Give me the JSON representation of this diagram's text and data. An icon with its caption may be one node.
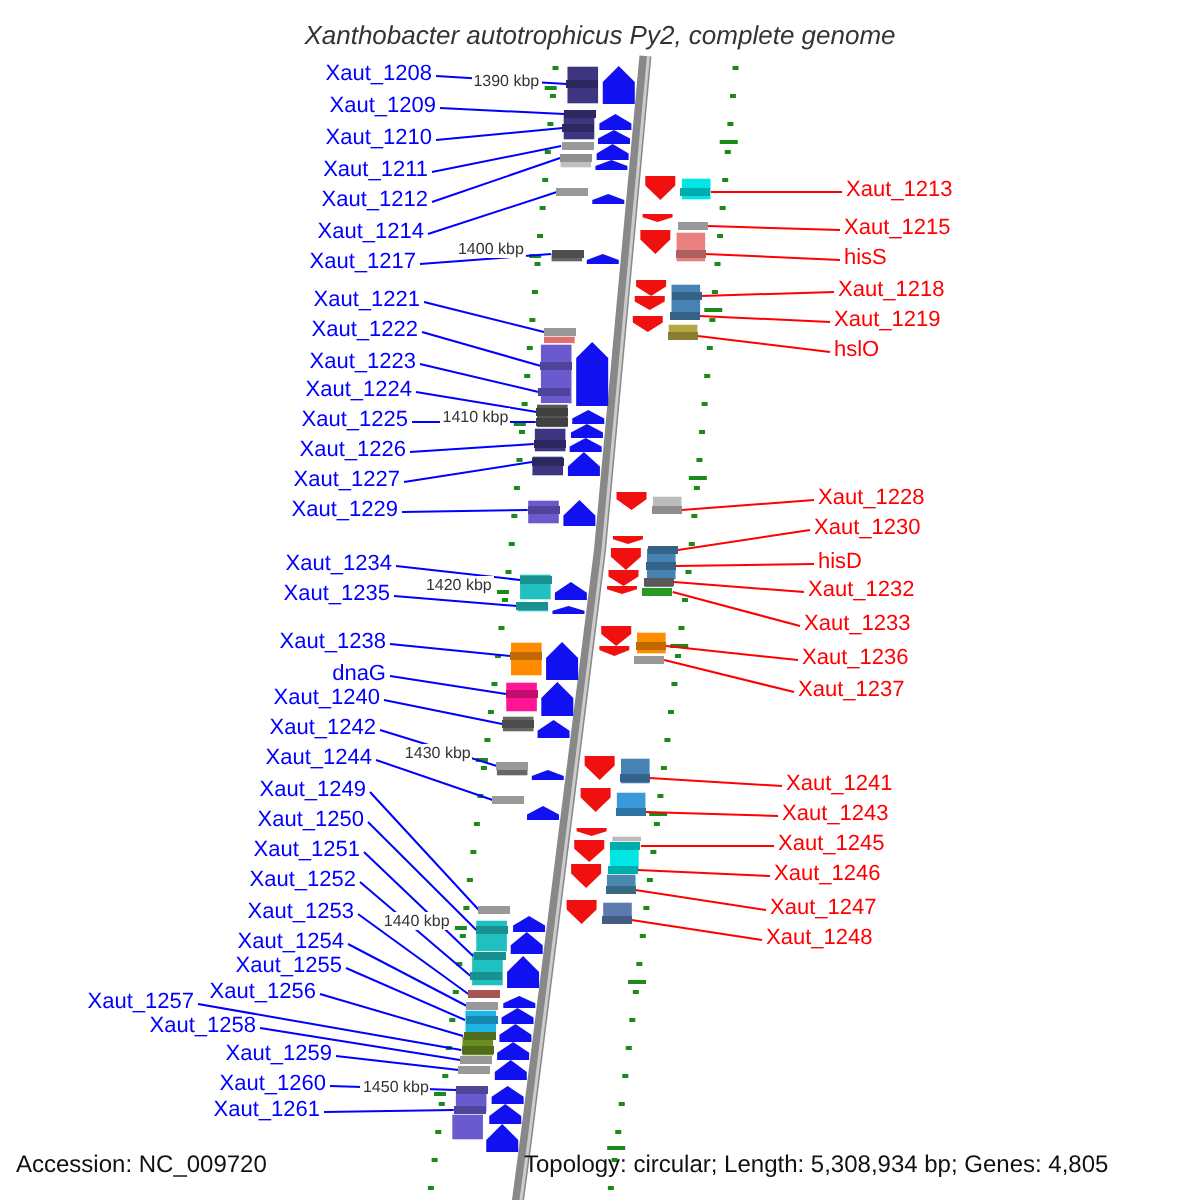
{
  "diagram": {
    "title": "Xanthobacter autotrophicus Py2, complete genome",
    "nodes": [
      {
        "text": [
          "Xaut_1208"
        ]
      },
      {
        "text": [
          "Xaut_1209"
        ]
      },
      {
        "text": [
          "Xaut_1210"
        ]
      },
      {
        "text": [
          "Xaut_1211"
        ]
      },
      {
        "text": [
          "Xaut_1212"
        ]
      },
      {
        "text": [
          "Xaut_1214"
        ]
      },
      {
        "text": [
          "Xaut_1217"
        ]
      },
      {
        "text": [
          "Xaut_1221"
        ]
      },
      {
        "text": [
          "Xaut_1222"
        ]
      },
      {
        "text": [
          "Xaut_1223"
        ]
      },
      {
        "text": [
          "Xaut_1224"
        ]
      },
      {
        "text": [
          "Xaut_1225"
        ]
      },
      {
        "text": [
          "Xaut_1226"
        ]
      },
      {
        "text": [
          "Xaut_1227"
        ]
      },
      {
        "text": [
          "Xaut_1229"
        ]
      },
      {
        "text": [
          "Xaut_1234"
        ]
      },
      {
        "text": [
          "Xaut_1235"
        ]
      },
      {
        "text": [
          "Xaut_1238"
        ]
      },
      {
        "text": [
          "dnaG"
        ]
      },
      {
        "text": [
          "Xaut_1240"
        ]
      },
      {
        "text": [
          "Xaut_1242"
        ]
      },
      {
        "text": [
          "Xaut_1244"
        ]
      },
      {
        "text": [
          "Xaut_1249"
        ]
      },
      {
        "text": [
          "Xaut_1250"
        ]
      },
      {
        "text": [
          "Xaut_1251"
        ]
      },
      {
        "text": [
          "Xaut_1252"
        ]
      },
      {
        "text": [
          "Xaut_1253"
        ]
      },
      {
        "text": [
          "Xaut_1254"
        ]
      },
      {
        "text": [
          "Xaut_1255"
        ]
      },
      {
        "text": [
          "Xaut_1256"
        ]
      },
      {
        "text": [
          "Xaut_1257"
        ]
      },
      {
        "text": [
          "Xaut_1258"
        ]
      },
      {
        "text": [
          "Xaut_1259"
        ]
      },
      {
        "text": [
          "Xaut_1260"
        ]
      },
      {
        "text": [
          "Xaut_1261"
        ]
      },
      {
        "text": [
          "Xaut_1213"
        ]
      },
      {
        "text": [
          "Xaut_1215"
        ]
      },
      {
        "text": [
          "hisS"
        ]
      },
      {
        "text": [
          "Xaut_1218"
        ]
      },
      {
        "text": [
          "Xaut_1219"
        ]
      },
      {
        "text": [
          "hslO"
        ]
      },
      {
        "text": [
          "Xaut_1228"
        ]
      },
      {
        "text": [
          "Xaut_1230"
        ]
      },
      {
        "text": [
          "hisD"
        ]
      },
      {
        "text": [
          "Xaut_1232"
        ]
      },
      {
        "text": [
          "Xaut_1233"
        ]
      },
      {
        "text": [
          "Xaut_1236"
        ]
      },
      {
        "text": [
          "Xaut_1237"
        ]
      },
      {
        "text": [
          "Xaut_1241"
        ]
      },
      {
        "text": [
          "Xaut_1243"
        ]
      },
      {
        "text": [
          "Xaut_1245"
        ]
      },
      {
        "text": [
          "Xaut_1246"
        ]
      },
      {
        "text": [
          "Xaut_1247"
        ]
      },
      {
        "text": [
          "Xaut_1248"
        ]
      },
      {
        "text": [],
        "shape": "box"
      },
      {
        "text": [],
        "shape": "box"
      },
      {
        "text": [],
        "shape": "box"
      },
      {
        "text": [],
        "shape": "box"
      },
      {
        "text": [],
        "shape": "box"
      },
      {
        "text": [],
        "shape": "box"
      },
      {
        "text": [],
        "shape": "box"
      },
      {
        "text": [],
        "shape": "box"
      },
      {
        "text": [],
        "shape": "box"
      },
      {
        "text": [],
        "shape": "box"
      },
      {
        "text": [],
        "shape": "box"
      },
      {
        "text": [],
        "shape": "box"
      },
      {
        "text": [],
        "shape": "box"
      },
      {
        "text": [],
        "shape": "box"
      },
      {
        "text": [],
        "shape": "box"
      },
      {
        "text": [],
        "shape": "box"
      },
      {
        "text": [],
        "shape": "box"
      },
      {
        "text": [],
        "shape": "box"
      },
      {
        "text": [],
        "shape": "box"
      },
      {
        "text": [],
        "shape": "box"
      },
      {
        "text": [],
        "shape": "box"
      },
      {
        "text": [],
        "shape": "box"
      },
      {
        "text": [],
        "shape": "box"
      },
      {
        "text": [],
        "shape": "box"
      },
      {
        "text": [],
        "shape": "box"
      },
      {
        "text": [],
        "shape": "box"
      },
      {
        "text": [],
        "shape": "box"
      },
      {
        "text": [],
        "shape": "box"
      },
      {
        "text": [],
        "shape": "box"
      },
      {
        "text": [],
        "shape": "box"
      },
      {
        "text": [],
        "shape": "box"
      },
      {
        "text": [],
        "shape": "box"
      },
      {
        "text": [],
        "shape": "box"
      },
      {
        "text": [],
        "shape": "box"
      },
      {
        "text": [],
        "shape": "box"
      },
      {
        "text": [],
        "shape": "box"
      },
      {
        "text": [],
        "shape": "box"
      },
      {
        "text": [],
        "shape": "box"
      },
      {
        "text": [],
        "shape": "box"
      },
      {
        "text": [],
        "shape": "box"
      },
      {
        "text": [],
        "shape": "box"
      },
      {
        "text": [],
        "shape": "box"
      },
      {
        "text": [],
        "shape": "box"
      },
      {
        "text": [],
        "shape": "box"
      },
      {
        "text": [],
        "shape": "box"
      },
      {
        "text": [],
        "shape": "box"
      },
      {
        "text": [],
        "shape": "box"
      },
      {
        "text": [],
        "shape": "box"
      },
      {
        "text": [],
        "shape": "box"
      },
      {
        "text": [],
        "shape": "box"
      },
      {
        "text": [],
        "shape": "box"
      },
      {
        "text": [],
        "shape": "box"
      },
      {
        "text": [],
        "shape": "box"
      },
      {
        "text": [],
        "shape": "box"
      }
    ],
    "edges": [
      {
        "from": 0,
        "to": 54,
        "arrow": "none"
      },
      {
        "from": 1,
        "to": 55,
        "arrow": "none"
      },
      {
        "from": 2,
        "to": 56,
        "arrow": "none"
      },
      {
        "from": 3,
        "to": 57,
        "arrow": "none"
      },
      {
        "from": 4,
        "to": 58,
        "arrow": "none"
      },
      {
        "from": 5,
        "to": 59,
        "arrow": "none"
      },
      {
        "from": 6,
        "to": 60,
        "arrow": "none"
      },
      {
        "from": 7,
        "to": 61,
        "arrow": "none"
      },
      {
        "from": 8,
        "to": 62,
        "arrow": "none"
      },
      {
        "from": 9,
        "to": 63,
        "arrow": "none"
      },
      {
        "from": 10,
        "to": 64,
        "arrow": "none"
      },
      {
        "from": 11,
        "to": 65,
        "arrow": "none"
      },
      {
        "from": 12,
        "to": 66,
        "arrow": "none"
      },
      {
        "from": 13,
        "to": 67,
        "arrow": "none"
      },
      {
        "from": 14,
        "to": 68,
        "arrow": "none"
      },
      {
        "from": 15,
        "to": 69,
        "arrow": "none"
      },
      {
        "from": 16,
        "to": 70,
        "arrow": "none"
      },
      {
        "from": 17,
        "to": 71,
        "arrow": "none"
      },
      {
        "from": 18,
        "to": 72,
        "arrow": "none"
      },
      {
        "from": 19,
        "to": 73,
        "arrow": "none"
      },
      {
        "from": 20,
        "to": 74,
        "arrow": "none"
      },
      {
        "from": 21,
        "to": 75,
        "arrow": "none"
      },
      {
        "from": 22,
        "to": 76,
        "arrow": "none"
      },
      {
        "from": 23,
        "to": 77,
        "arrow": "none"
      },
      {
        "from": 24,
        "to": 78,
        "arrow": "none"
      },
      {
        "from": 25,
        "to": 79,
        "arrow": "none"
      },
      {
        "from": 26,
        "to": 80,
        "arrow": "none"
      },
      {
        "from": 27,
        "to": 81,
        "arrow": "none"
      },
      {
        "from": 28,
        "to": 82,
        "arrow": "none"
      },
      {
        "from": 29,
        "to": 83,
        "arrow": "none"
      },
      {
        "from": 30,
        "to": 84,
        "arrow": "none"
      },
      {
        "from": 31,
        "to": 85,
        "arrow": "none"
      },
      {
        "from": 32,
        "to": 86,
        "arrow": "none"
      },
      {
        "from": 33,
        "to": 87,
        "arrow": "none"
      },
      {
        "from": 34,
        "to": 88,
        "arrow": "none"
      },
      {
        "from": 35,
        "to": 89,
        "arrow": "none",
        "color": "#ff0000"
      },
      {
        "from": 36,
        "to": 90,
        "arrow": "none",
        "color": "#ff0000"
      },
      {
        "from": 37,
        "to": 91,
        "arrow": "none",
        "color": "#ff0000"
      },
      {
        "from": 38,
        "to": 92,
        "arrow": "none",
        "color": "#ff0000"
      },
      {
        "from": 39,
        "to": 93,
        "arrow": "none",
        "color": "#ff0000"
      },
      {
        "from": 40,
        "to": 94,
        "arrow": "none",
        "color": "#ff0000"
      },
      {
        "from": 41,
        "to": 95,
        "arrow": "none",
        "color": "#ff0000"
      },
      {
        "from": 42,
        "to": 96,
        "arrow": "none",
        "color": "#ff0000"
      },
      {
        "from": 43,
        "to": 97,
        "arrow": "none",
        "color": "#ff0000"
      },
      {
        "from": 44,
        "to": 98,
        "arrow": "none",
        "color": "#ff0000"
      },
      {
        "from": 45,
        "to": 99,
        "arrow": "none",
        "color": "#ff0000"
      },
      {
        "from": 46,
        "to": 100,
        "arrow": "none",
        "color": "#ff0000"
      },
      {
        "from": 47,
        "to": 101,
        "arrow": "none",
        "color": "#ff0000"
      },
      {
        "from": 48,
        "to": 102,
        "arrow": "none",
        "color": "#ff0000"
      },
      {
        "from": 49,
        "to": 103,
        "arrow": "none",
        "color": "#ff0000"
      },
      {
        "from": 50,
        "to": 104,
        "arrow": "none",
        "color": "#ff0000"
      },
      {
        "from": 51,
        "to": 105,
        "arrow": "none",
        "color": "#ff0000"
      },
      {
        "from": 52,
        "to": 106,
        "arrow": "none",
        "color": "#ff0000"
      },
      {
        "from": 53,
        "to": 107,
        "arrow": "none",
        "color": "#ff0000"
      }
    ],
    "labels": [
      "1390 kbp",
      "1400 kbp",
      "1410 kbp",
      "1420 kbp",
      "1430 kbp",
      "1440 kbp",
      "1450 kbp",
      "Accession: NC_009720",
      "Topology: circular; Length: 5,308,934 bp; Genes: 4,805"
    ]
  }
}
